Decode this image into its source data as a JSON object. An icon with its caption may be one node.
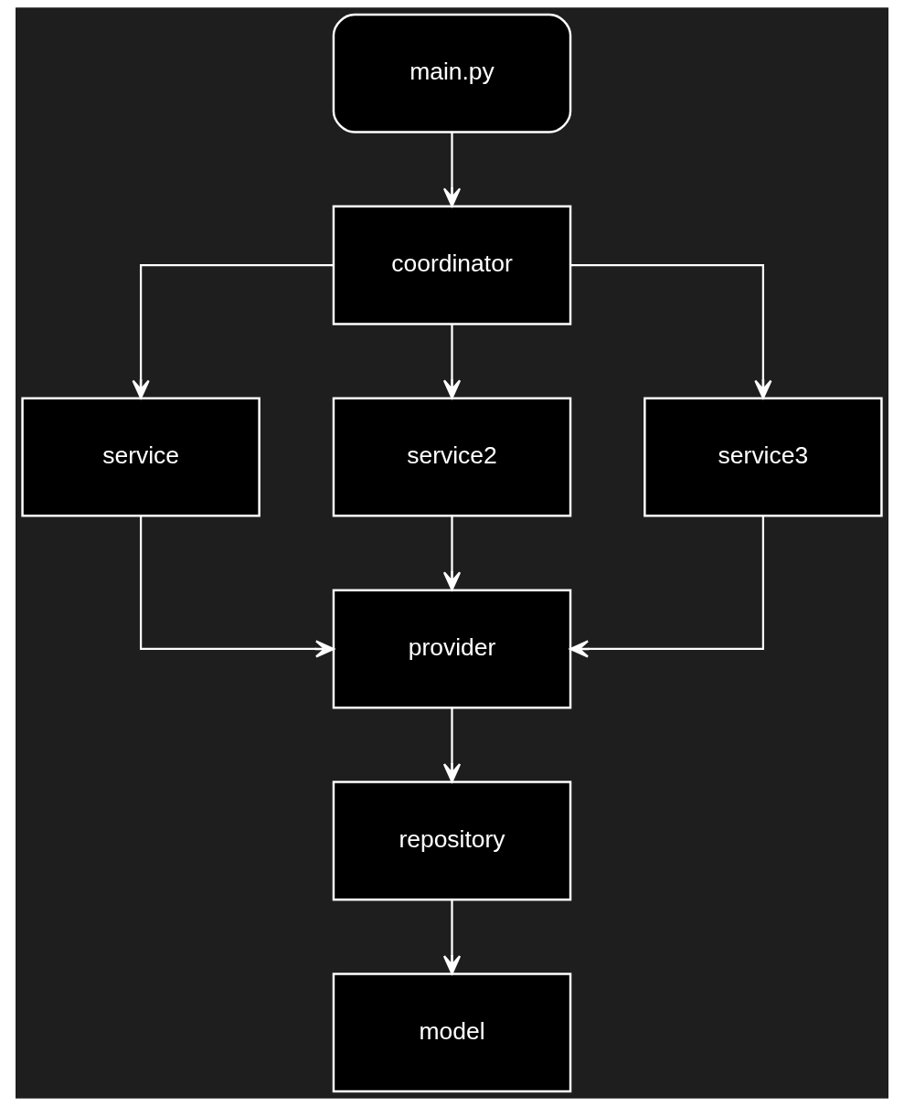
{
  "diagram": {
    "nodes": [
      {
        "text": [
          "main.py"
        ]
      },
      {
        "text": [
          "coordinator"
        ]
      },
      {
        "text": [
          "service"
        ]
      },
      {
        "text": [
          "service2"
        ]
      },
      {
        "text": [
          "service3"
        ]
      },
      {
        "text": [
          "provider"
        ]
      },
      {
        "text": [
          "repository"
        ]
      },
      {
        "text": [
          "model"
        ]
      }
    ],
    "edges": [
      {
        "from": 0,
        "to": 1,
        "arrow": "to"
      },
      {
        "from": 1,
        "to": 2,
        "arrow": "to"
      },
      {
        "from": 1,
        "to": 3,
        "arrow": "to"
      },
      {
        "from": 1,
        "to": 4,
        "arrow": "to"
      },
      {
        "from": 2,
        "to": 5,
        "arrow": "to"
      },
      {
        "from": 3,
        "to": 5,
        "arrow": "to"
      },
      {
        "from": 4,
        "to": 5,
        "arrow": "to"
      },
      {
        "from": 5,
        "to": 6,
        "arrow": "to"
      },
      {
        "from": 6,
        "to": 7,
        "arrow": "to"
      }
    ]
  }
}
